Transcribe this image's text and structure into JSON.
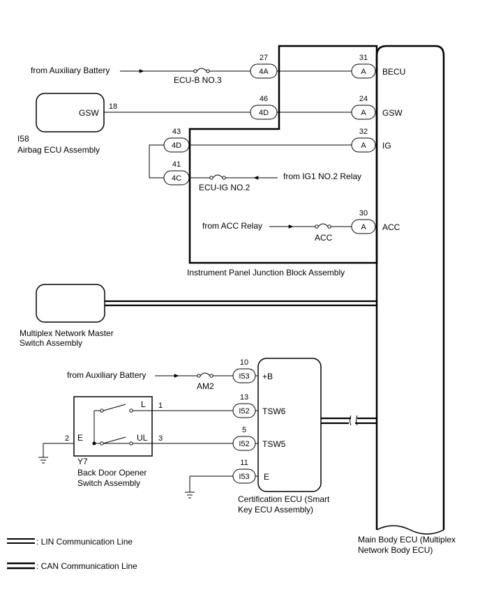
{
  "pins": {
    "p27": "27",
    "p31": "31",
    "p46": "46",
    "p24": "24",
    "p18": "18",
    "p43": "43",
    "p32": "32",
    "p41": "41",
    "p30": "30",
    "p10": "10",
    "p13": "13",
    "p5": "5",
    "p11": "11",
    "p1": "1",
    "p2": "2",
    "p3": "3"
  },
  "connectors": {
    "c4A": "4A",
    "c4D_top": "4D",
    "c4D_mid": "4D",
    "c4C": "4C",
    "cA1": "A",
    "cA2": "A",
    "cA3": "A",
    "cA4": "A",
    "cI53_top": "I53",
    "cI52_a": "I52",
    "cI52_b": "I52",
    "cI53_bot": "I53"
  },
  "terminals": {
    "becu": "BECU",
    "gsw_body": "GSW",
    "ig": "IG",
    "acc": "ACC",
    "gsw_airbag": "GSW",
    "plus_b": "+B",
    "tsw6": "TSW6",
    "tsw5": "TSW5",
    "e_cert": "E",
    "l": "L",
    "ul": "UL",
    "e_switch": "E"
  },
  "labels": {
    "from_aux_1": "from Auxiliary Battery",
    "ecu_b": "ECU-B NO.3",
    "from_ig1": "from IG1 NO.2 Relay",
    "ecu_ig": "ECU-IG NO.2",
    "from_acc": "from ACC Relay",
    "acc_fuse": "ACC",
    "from_aux_2": "from Auxiliary Battery",
    "am2": "AM2",
    "airbag_code": "I58",
    "airbag_name": "Airbag ECU Assembly",
    "jb_name": "Instrument Panel Junction Block Assembly",
    "multiplex_line1": "Multiplex Network Master",
    "multiplex_line2": "Switch Assembly",
    "switch_code": "Y7",
    "switch_line1": "Back Door Opener",
    "switch_line2": "Switch Assembly",
    "cert_line1": "Certification ECU (Smart",
    "cert_line2": "Key ECU Assembly)",
    "body_line1": "Main Body ECU (Multiplex",
    "body_line2": "Network Body ECU)"
  },
  "legend": {
    "lin": ": LIN Communication Line",
    "can": ": CAN Communication Line"
  }
}
